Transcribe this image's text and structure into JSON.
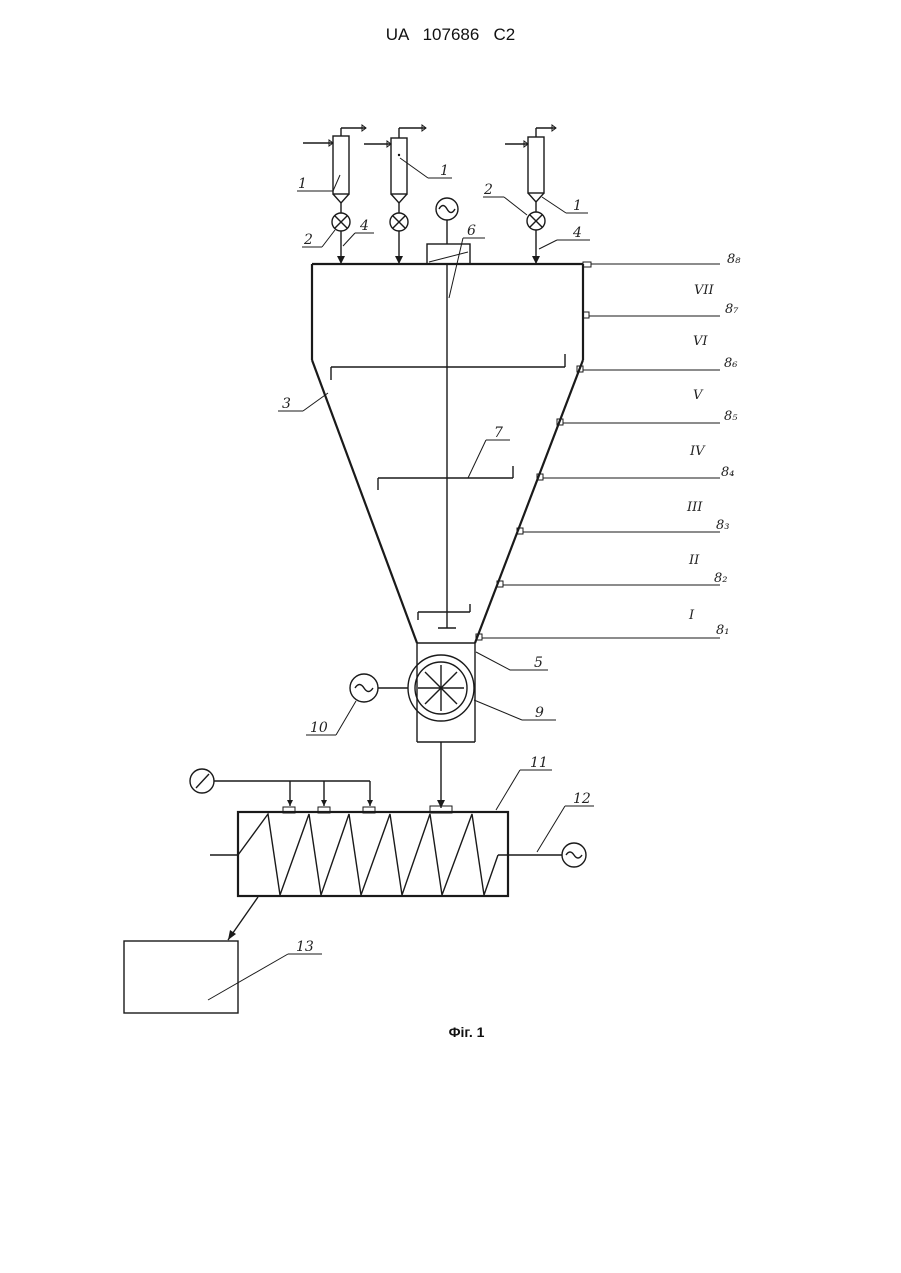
{
  "header": {
    "patent_number": "UA   107686   C2"
  },
  "figure": {
    "caption": "Фіг. 1",
    "labels": {
      "n1a": "1",
      "n1b": "1",
      "n1c": "1",
      "n2a": "2",
      "n2b": "2",
      "n3": "3",
      "n4a": "4",
      "n4b": "4",
      "n5": "5",
      "n6": "6",
      "n7": "7",
      "n9": "9",
      "n10": "10",
      "n11": "11",
      "n12": "12",
      "n13": "13"
    },
    "sensors": [
      "8₈",
      "8₇",
      "8₆",
      "8₅",
      "8₄",
      "8₃",
      "8₂",
      "8₁"
    ],
    "zones": [
      "VII",
      "VI",
      "V",
      "IV",
      "III",
      "II",
      "I"
    ]
  }
}
